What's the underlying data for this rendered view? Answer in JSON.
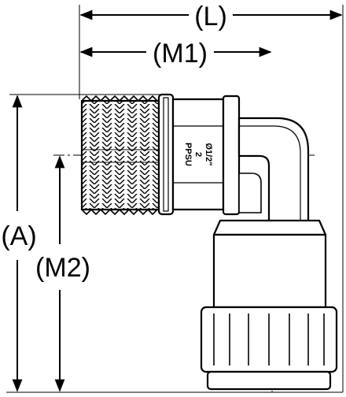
{
  "dimensions": {
    "L": "(L)",
    "M1": "(M1)",
    "A": "(A)",
    "M2": "(M2)"
  },
  "part_marking": {
    "size": "Ø1/2\"",
    "number": "2",
    "material": "PPSU"
  },
  "colors": {
    "line": "#000000",
    "background": "#ffffff"
  }
}
